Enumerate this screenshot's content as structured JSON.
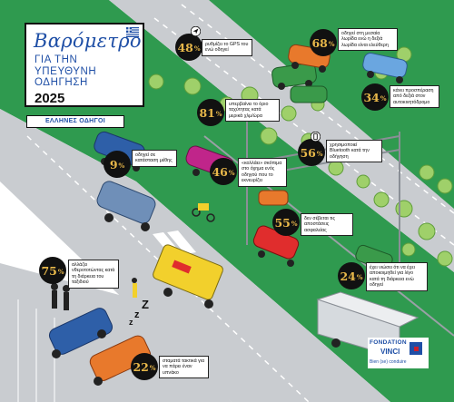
{
  "title": {
    "main": "Βαρόμετρο",
    "subtitle": "ΓΙΑ ΤΗΝ ΥΠΕΥΘΥΝΗ ΟΔΗΓΗΣΗ",
    "year": "2025",
    "section_label": "ΕΛΛΗΝΕΣ ΟΔΗΓΟΙ"
  },
  "stats": [
    {
      "value": "48",
      "unit": "%",
      "text": "ρυθμίζει το GPS του ενώ οδηγεί",
      "icon": "send-icon"
    },
    {
      "value": "68",
      "unit": "%",
      "text": "οδηγεί στη μεσαία λωρίδα ενώ η δεξιά λωρίδα είναι ελεύθερη"
    },
    {
      "value": "34",
      "unit": "%",
      "text": "κάνει προσπέραση από δεξιά στον αυτοκινητόδρομο"
    },
    {
      "value": "81",
      "unit": "%",
      "text": "υπερβαίνει το όριο ταχύτητας κατά μερικά χλμ/ώρα"
    },
    {
      "value": "56",
      "unit": "%",
      "text": "χρησιμοποιεί Bluetooth κατά την οδήγηση",
      "icon": "phone-icon"
    },
    {
      "value": "9",
      "unit": "%",
      "text": "οδηγεί σε κατάσταση μέθης"
    },
    {
      "value": "46",
      "unit": "%",
      "text": "«κολλάει» σκόπιμα στο όχημα ενός οδηγού που το εκνευρίζει"
    },
    {
      "value": "55",
      "unit": "%",
      "text": "δεν σέβεται τις αποστάσεις ασφαλείας"
    },
    {
      "value": "75",
      "unit": "%",
      "text": "αλλάζει νθεροτοτώντας κατά τη διάρκεια του ταξιδιού"
    },
    {
      "value": "24",
      "unit": "%",
      "text": "έχει νιώσει ότι να έχει αποκοιμηθεί για λίγο κατά τη διάρκεια ενώ οδηγεί"
    },
    {
      "value": "22",
      "unit": "%",
      "text": "σταματά τακτικά για να πάρει έναν υπνάκο"
    }
  ],
  "logo": {
    "name": "FONDATION",
    "brand": "VINCI",
    "tagline": "Bien (se) conduire"
  },
  "colors": {
    "grass": "#2f9a4f",
    "road": "#c9ccd0",
    "lane": "#ffffff",
    "badge": "#111111",
    "badge_text": "#e8b84a",
    "title_blue": "#1f4fa6"
  }
}
